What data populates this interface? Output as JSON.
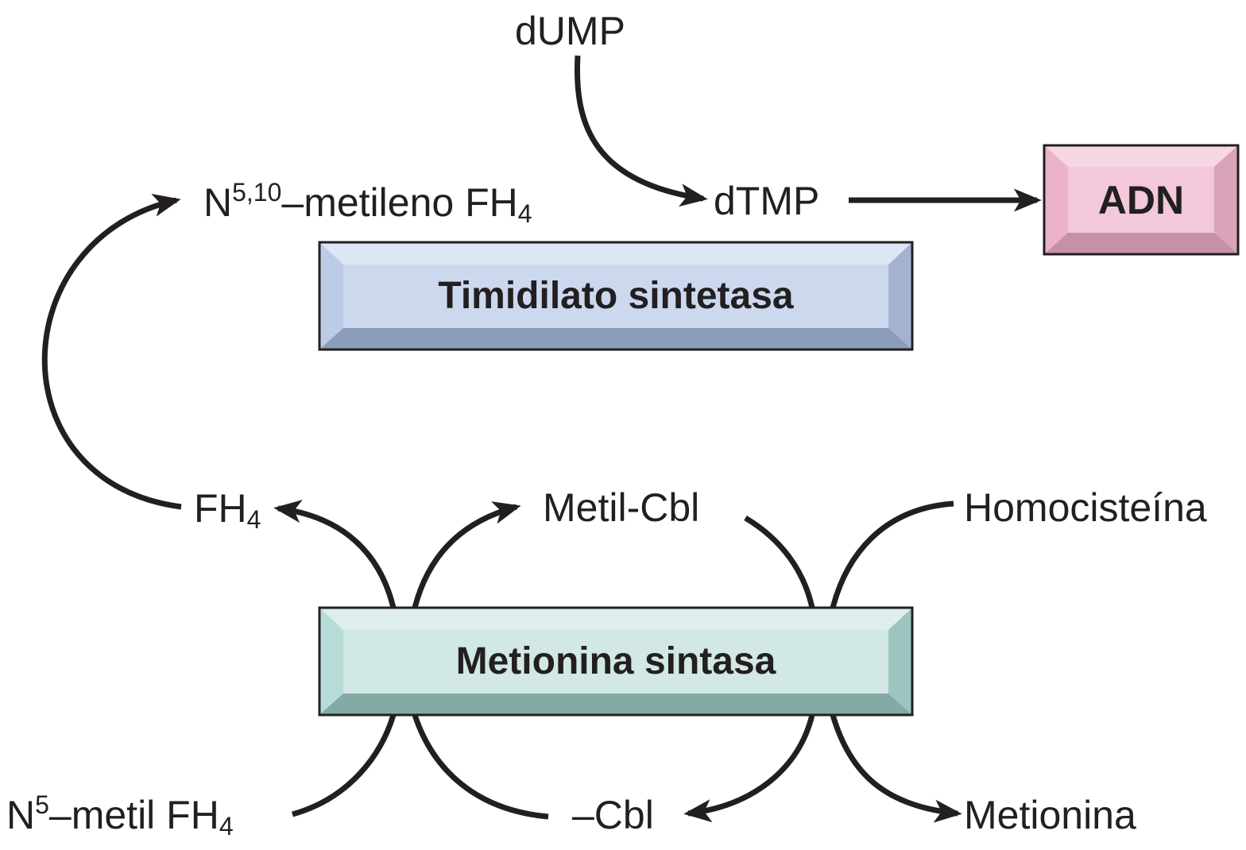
{
  "nodes": {
    "dump": "dUMP",
    "dtmp": "dTMP",
    "methylene": {
      "prefix": "N",
      "sup": "5,10",
      "text": "–metileno FH",
      "sub": "4"
    },
    "fh4": {
      "text": "FH",
      "sub": "4"
    },
    "metil_cbl": "Metil-Cbl",
    "homocisteina": "Homocisteína",
    "n5_metil": {
      "prefix": "N",
      "sup": "5",
      "text": "–metil FH",
      "sub": "4"
    },
    "cbl": "–Cbl",
    "metionina": "Metionina"
  },
  "enzymes": {
    "timidilato": {
      "label": "Timidilato sintetasa",
      "color": "#c9d6ec"
    },
    "metionina_sintasa": {
      "label": "Metionina sintasa",
      "color": "#cde6e3"
    }
  },
  "product": {
    "label": "ADN",
    "color": "#f0bfd3"
  },
  "colors": {
    "arrow": "#231f20",
    "text": "#231f20"
  }
}
